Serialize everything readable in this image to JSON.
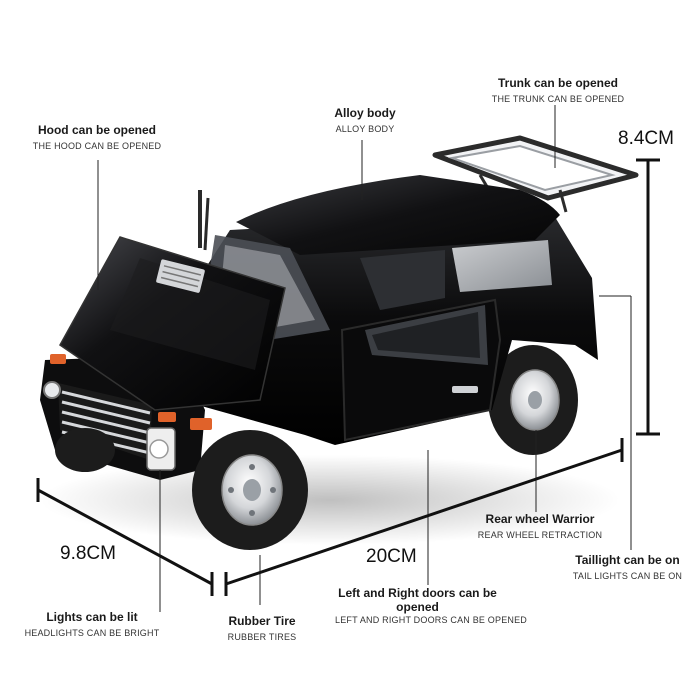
{
  "product": {
    "name": "black off-road SUV die-cast model",
    "colors": {
      "body": "#0b0b0c",
      "chrome": "#d6d8db",
      "tire": "#1c1c1c",
      "indicator": "#e0622a",
      "line": "#222222"
    }
  },
  "callouts": {
    "hood": {
      "title": "Hood can be opened",
      "subtitle": "THE HOOD CAN BE OPENED"
    },
    "body": {
      "title": "Alloy body",
      "subtitle": "ALLOY BODY"
    },
    "trunk": {
      "title": "Trunk can be opened",
      "subtitle": "THE TRUNK CAN BE OPENED"
    },
    "rear_wheel": {
      "title": "Rear wheel Warrior",
      "subtitle": "REAR WHEEL RETRACTION"
    },
    "taillight": {
      "title": "Taillight can be on",
      "subtitle": "TAIL LIGHTS CAN BE ON"
    },
    "doors": {
      "title": "Left and Right doors can be opened",
      "subtitle": "LEFT AND RIGHT DOORS CAN BE OPENED"
    },
    "tire": {
      "title": "Rubber Tire",
      "subtitle": "RUBBER TIRES"
    },
    "lights": {
      "title": "Lights can be lit",
      "subtitle": "HEADLIGHTS CAN BE BRIGHT"
    }
  },
  "dimensions": {
    "height": "8.4CM",
    "width": "9.8CM",
    "length": "20CM"
  }
}
